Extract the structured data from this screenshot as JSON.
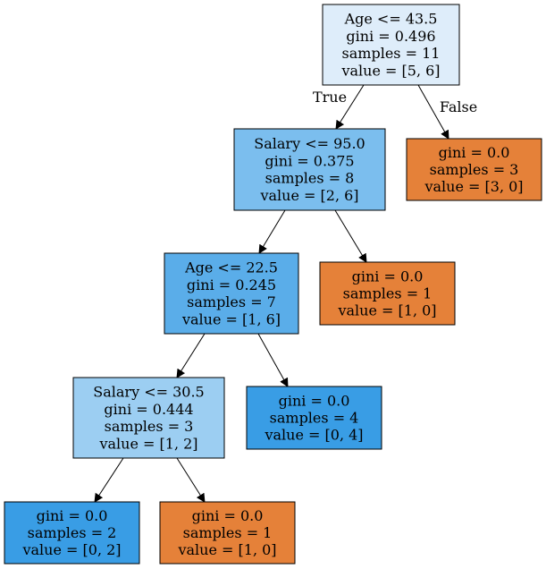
{
  "nodes": {
    "n0": {
      "lines": [
        "Age <= 43.5",
        "gini = 0.496",
        "samples = 11",
        "value = [5, 6]"
      ],
      "fill": "#deedfa"
    },
    "n1": {
      "lines": [
        "Salary <= 95.0",
        "gini = 0.375",
        "samples = 8",
        "value = [2, 6]"
      ],
      "fill": "#7bbeee"
    },
    "n2": {
      "lines": [
        "gini = 0.0",
        "samples = 3",
        "value = [3, 0]"
      ],
      "fill": "#e58139"
    },
    "n3": {
      "lines": [
        "Age <= 22.5",
        "gini = 0.245",
        "samples = 7",
        "value = [1, 6]"
      ],
      "fill": "#5aade9"
    },
    "n4": {
      "lines": [
        "gini = 0.0",
        "samples = 1",
        "value = [1, 0]"
      ],
      "fill": "#e58139"
    },
    "n5": {
      "lines": [
        "Salary <= 30.5",
        "gini = 0.444",
        "samples = 3",
        "value = [1, 2]"
      ],
      "fill": "#9ccef2"
    },
    "n6": {
      "lines": [
        "gini = 0.0",
        "samples = 4",
        "value = [0, 4]"
      ],
      "fill": "#399de5"
    },
    "n7": {
      "lines": [
        "gini = 0.0",
        "samples = 2",
        "value = [0, 2]"
      ],
      "fill": "#399de5"
    },
    "n8": {
      "lines": [
        "gini = 0.0",
        "samples = 1",
        "value = [1, 0]"
      ],
      "fill": "#e58139"
    }
  },
  "edges": {
    "e01": {
      "label": "True"
    },
    "e02": {
      "label": "False"
    },
    "e13": {
      "label": ""
    },
    "e14": {
      "label": ""
    },
    "e35": {
      "label": ""
    },
    "e36": {
      "label": ""
    },
    "e57": {
      "label": ""
    },
    "e58": {
      "label": ""
    }
  }
}
